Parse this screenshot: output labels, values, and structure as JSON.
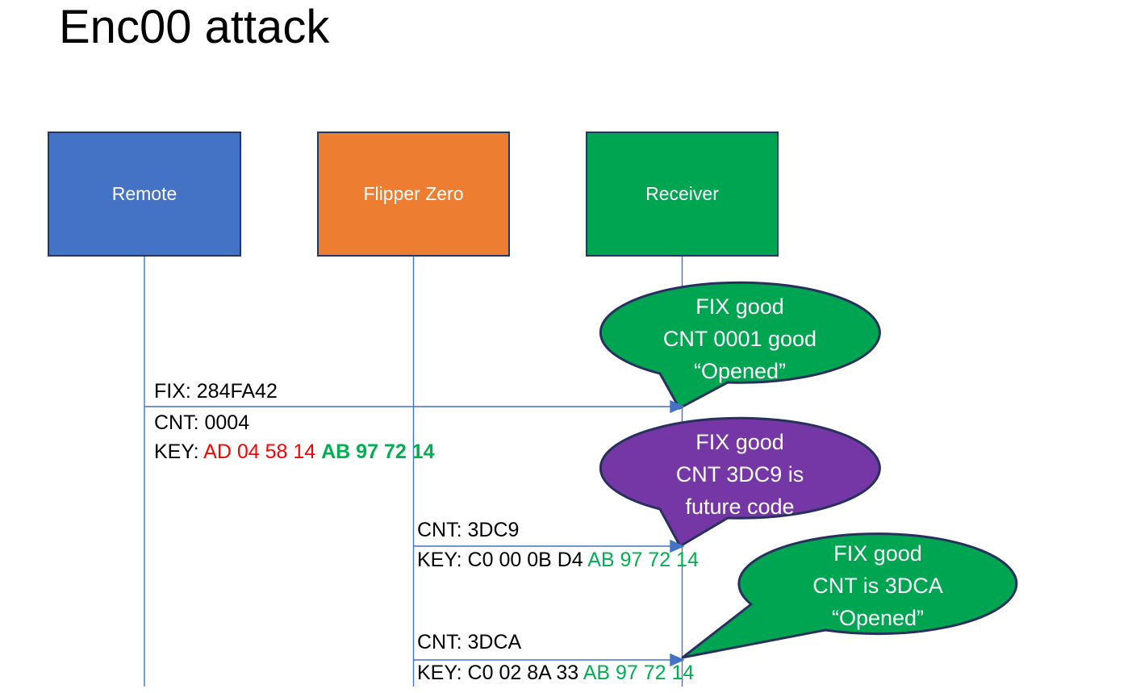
{
  "title": "Enc00 attack",
  "actors": {
    "remote": {
      "label": "Remote",
      "fill": "#4472C4"
    },
    "flipper": {
      "label": "Flipper Zero",
      "fill": "#ED7D31"
    },
    "receiver": {
      "label": "Receiver",
      "fill": "#00A551"
    }
  },
  "messages": {
    "m1": {
      "fix": "FIX: 284FA42",
      "cnt": "CNT: 0004",
      "key_label": "KEY: ",
      "key_red": "AD 04 58 14 ",
      "key_green": "AB 97 72 14"
    },
    "m2": {
      "cnt": "CNT: 3DC9",
      "key_black": "KEY: C0 00 0B D4 ",
      "key_green": "AB 97 72 14"
    },
    "m3": {
      "cnt": "CNT: 3DCA",
      "key_black": "KEY: C0 02 8A 33 ",
      "key_green": "AB 97 72 14"
    }
  },
  "callouts": {
    "c1": {
      "line1": "FIX good",
      "line2": "CNT 0001 good",
      "line3": "“Opened”",
      "fill": "#00A551"
    },
    "c2": {
      "line1": "FIX good",
      "line2": "CNT 3DC9 is",
      "line3": "future code",
      "fill": "#7536A6"
    },
    "c3": {
      "line1": "FIX good",
      "line2": "CNT is 3DCA",
      "line3": "“Opened”",
      "fill": "#00A551"
    }
  },
  "colors": {
    "actor_blue": "#4472C4",
    "actor_orange": "#ED7D31",
    "actor_green": "#00A551",
    "callout_purple": "#7536A6",
    "key_red_text": "#FF0000",
    "key_green_text": "#00B050",
    "outline_navy": "#1F3864",
    "connector_blue": "#4472C4",
    "text_black": "#000000",
    "text_white": "#ffffff"
  }
}
